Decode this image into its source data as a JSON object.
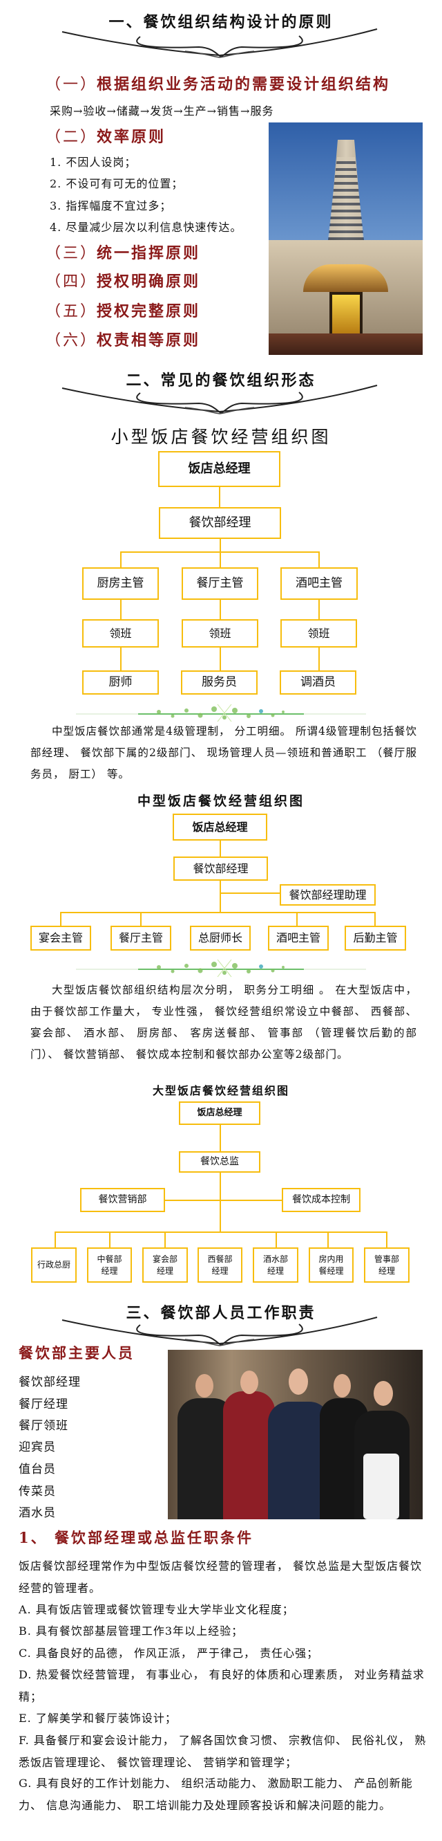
{
  "section1": {
    "title": "一、餐饮组织结构设计的原则",
    "principles": [
      {
        "num": "（一）",
        "text": "根据组织业务活动的需要设计组织结构"
      },
      {
        "num": "（二）",
        "text": "效率原则"
      },
      {
        "num": "（三）",
        "text": "统一指挥原则"
      },
      {
        "num": "（四）",
        "text": "授权明确原则"
      },
      {
        "num": "（五）",
        "text": "授权完整原则"
      },
      {
        "num": "（六）",
        "text": "权责相等原则"
      }
    ],
    "flow": "采购→验收→储藏→发货→生产→销售→服务",
    "efficiency_items": [
      "1. 不因人设岗；",
      "2. 不设可有可无的位置；",
      "3. 指挥幅度不宜过多；",
      "4. 尽量减少层次以利信息快速传达。"
    ]
  },
  "section2": {
    "title": "二、常见的餐饮组织形态",
    "small_chart": {
      "title": "小型饭店餐饮经营组织图",
      "top": "饭店总经理",
      "dept": "餐饮部经理",
      "supervisors": [
        "厨房主管",
        "餐厅主管",
        "酒吧主管"
      ],
      "leads": [
        "领班",
        "领班",
        "领班"
      ],
      "staff": [
        "厨师",
        "服务员",
        "调酒员"
      ]
    },
    "paragraph1": "中型饭店餐饮部通常是4级管理制， 分工明细。 所谓4级管理制包括餐饮部经理、 餐饮部下属的2级部门、 现场管理人员—领班和普通职工 （餐厅服务员， 厨工） 等。",
    "medium_chart": {
      "title": "中型饭店餐饮经营组织图",
      "top": "饭店总经理",
      "dept": "餐饮部经理",
      "assistant": "餐饮部经理助理",
      "supervisors": [
        "宴会主管",
        "餐厅主管",
        "总厨师长",
        "酒吧主管",
        "后勤主管"
      ]
    },
    "paragraph2": "大型饭店餐饮部组织结构层次分明， 职务分工明细 。 在大型饭店中， 由于餐饮部工作量大， 专业性强， 餐饮经营组织常设立中餐部、 西餐部、 宴会部、 酒水部、 厨房部、 客房送餐部、 管事部 （管理餐饮后勤的部门）、 餐饮营销部、 餐饮成本控制和餐饮部办公室等2级部门。",
    "large_chart": {
      "title": "大型饭店餐饮经营组织图",
      "top": "饭店总经理",
      "director": "餐饮总监",
      "marketing": "餐饮营销部",
      "cost": "餐饮成本控制",
      "units": [
        "行政总厨",
        "中餐部经理",
        "宴会部经理",
        "西餐部经理",
        "酒水部经理",
        "房内用餐经理",
        "管事部经理"
      ]
    }
  },
  "section3": {
    "title": "三、餐饮部人员工作职责",
    "staff_heading": "餐饮部主要人员",
    "staff": [
      "餐饮部经理",
      "餐厅经理",
      "餐厅领班",
      "迎宾员",
      "值台员",
      "传菜员",
      "酒水员"
    ],
    "req_heading_num": "1、",
    "req_heading": "餐饮部经理或总监任职条件",
    "intro": "饭店餐饮部经理常作为中型饭店餐饮经营的管理者， 餐饮总监是大型饭店餐饮经营的管理者。",
    "requirements": [
      "A. 具有饭店管理或餐饮管理专业大学毕业文化程度；",
      "B. 具有餐饮部基层管理工作3年以上经验；",
      "C. 具备良好的品德， 作风正派， 严于律己， 责任心强；",
      "D. 热爱餐饮经营管理， 有事业心， 有良好的体质和心理素质， 对业务精益求精；",
      "E. 了解美学和餐厅装饰设计；",
      "F. 具备餐厅和宴会设计能力， 了解各国饮食习惯、 宗教信仰、 民俗礼仪， 熟悉饭店管理理论、 餐饮管理理论、 营销学和管理学；",
      "G. 具有良好的工作计划能力、 组织活动能力、 激励职工能力、 产品创新能力、 信息沟通能力、 职工培训能力及处理顾客投诉和解决问题的能力。"
    ]
  },
  "colors": {
    "heading_red": "#8b1a1a",
    "box_border": "#f7bd0e"
  }
}
